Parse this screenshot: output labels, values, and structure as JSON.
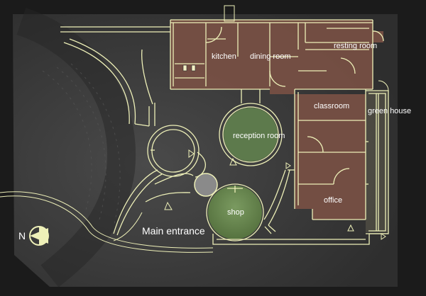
{
  "rooms": {
    "kitchen": "kitchen",
    "dining_room": "dining room",
    "resting_room": "resting room",
    "classroom": "classroom",
    "green_house": "green house",
    "reception_room": "reception room",
    "office": "office",
    "shop": "shop"
  },
  "entrance_label": "Main entrance",
  "north_label": "N",
  "colors": {
    "background": "#1b1b1b",
    "terrain": "#3a3a3a",
    "room_fill": "#7a5145",
    "round_room_fill": "#5d7a4c",
    "wall_line": "#eef0b8",
    "text": "#ffffff"
  }
}
